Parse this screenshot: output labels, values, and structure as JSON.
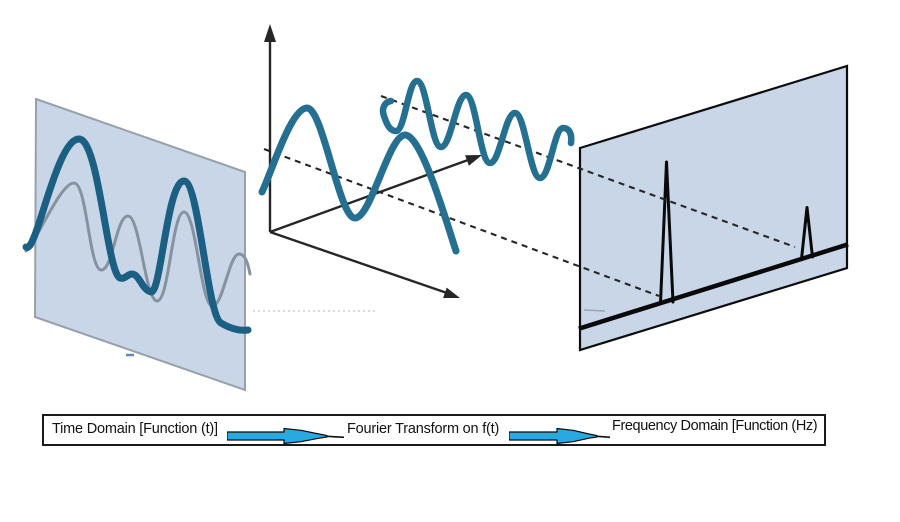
{
  "colors": {
    "panel_fill": "#c9d6e8",
    "panel_border_left": "#98a1ab",
    "panel_border_right": "#0d0d0d",
    "wave_dark": "#1b5f82",
    "wave_mid": "#256f90",
    "wave_gray": "#8792a0",
    "axis": "#262626",
    "spike": "#0a0a0a",
    "arrow_blue": "#29a9e1",
    "bar_border": "#1a1a1a",
    "bar_bg": "#ffffff"
  },
  "legend_bar": {
    "items": [
      {
        "label": "Time Domain [Function (t)]"
      },
      {
        "label": "Fourier Transform on f(t)"
      },
      {
        "label": "Frequency Domain [Function (Hz)"
      }
    ]
  }
}
